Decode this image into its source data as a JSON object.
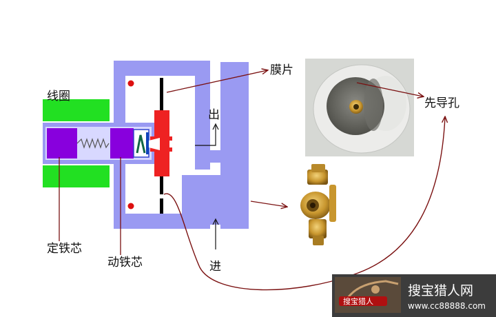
{
  "labels": {
    "coil": "线圈",
    "membrane": "膜片",
    "outlet": "出",
    "pilot_hole": "先导孔",
    "static_core": "定铁芯",
    "moving_core": "动铁芯",
    "inlet": "进"
  },
  "watermark": {
    "title": "搜宝猎人网",
    "url": "www.cc88888.com",
    "tag": "搜宝猎人"
  },
  "colors": {
    "valve_body": "#9a9af2",
    "coil": "#22e022",
    "core": "#8800dd",
    "diaphragm": "#ee2222",
    "leader": "#7a1010",
    "watermark_bg": "#3c3c3c"
  }
}
